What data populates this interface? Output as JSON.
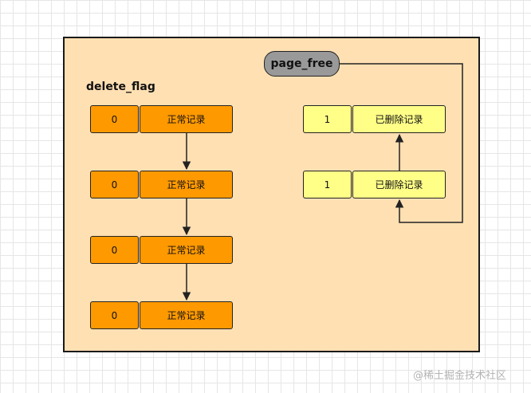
{
  "labels": {
    "delete_flag": "delete_flag",
    "page_free": "page_free"
  },
  "normal_records": [
    {
      "flag": "0",
      "name": "正常记录"
    },
    {
      "flag": "0",
      "name": "正常记录"
    },
    {
      "flag": "0",
      "name": "正常记录"
    },
    {
      "flag": "0",
      "name": "正常记录"
    }
  ],
  "deleted_records": [
    {
      "flag": "1",
      "name": "已删除记录"
    },
    {
      "flag": "1",
      "name": "已删除记录"
    }
  ],
  "watermark": "@稀土掘金技术社区",
  "colors": {
    "panel": "#ffe0b3",
    "normal": "#ff9900",
    "deleted": "#ffff88",
    "page_free": "#999999"
  }
}
